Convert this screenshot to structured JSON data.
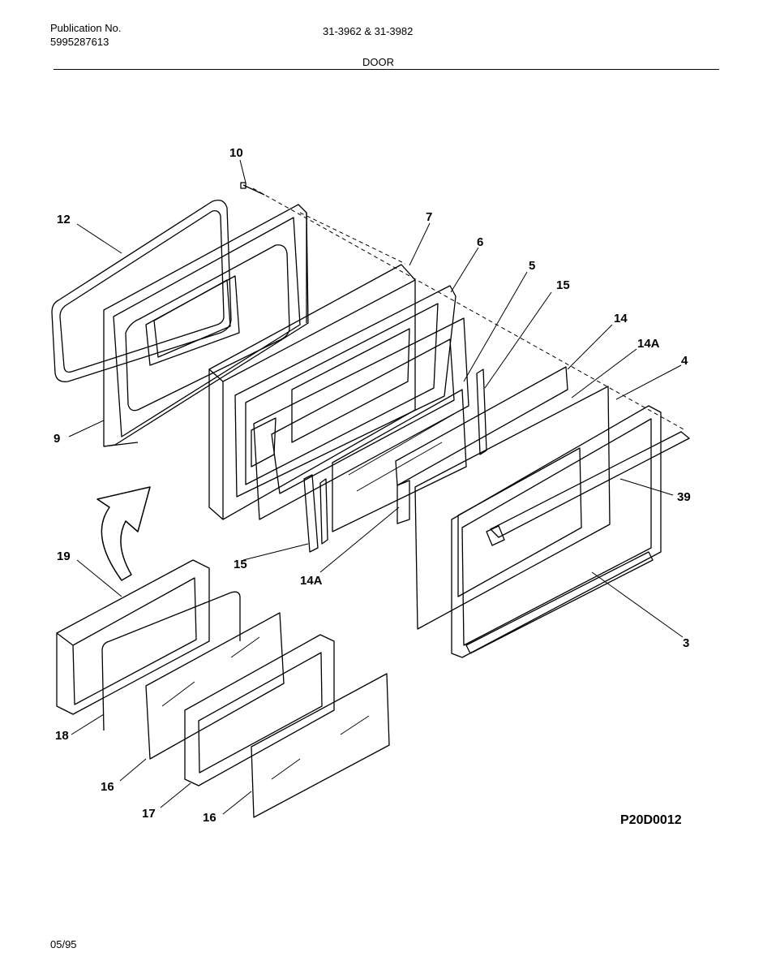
{
  "header": {
    "pub_label": "Publication No.",
    "pub_number": "5995287613",
    "model": "31-3962 & 31-3982",
    "section": "DOOR"
  },
  "callouts": {
    "c10": "10",
    "c12": "12",
    "c7": "7",
    "c6": "6",
    "c5": "5",
    "c15_top": "15",
    "c14": "14",
    "c14a_top": "14A",
    "c4": "4",
    "c39": "39",
    "c9": "9",
    "c15_bottom": "15",
    "c14a_bottom": "14A",
    "c3": "3",
    "c19": "19",
    "c18": "18",
    "c16_left": "16",
    "c17": "17",
    "c16_bottom": "16"
  },
  "diagram_code": "P20D0012",
  "footer_date": "05/95"
}
